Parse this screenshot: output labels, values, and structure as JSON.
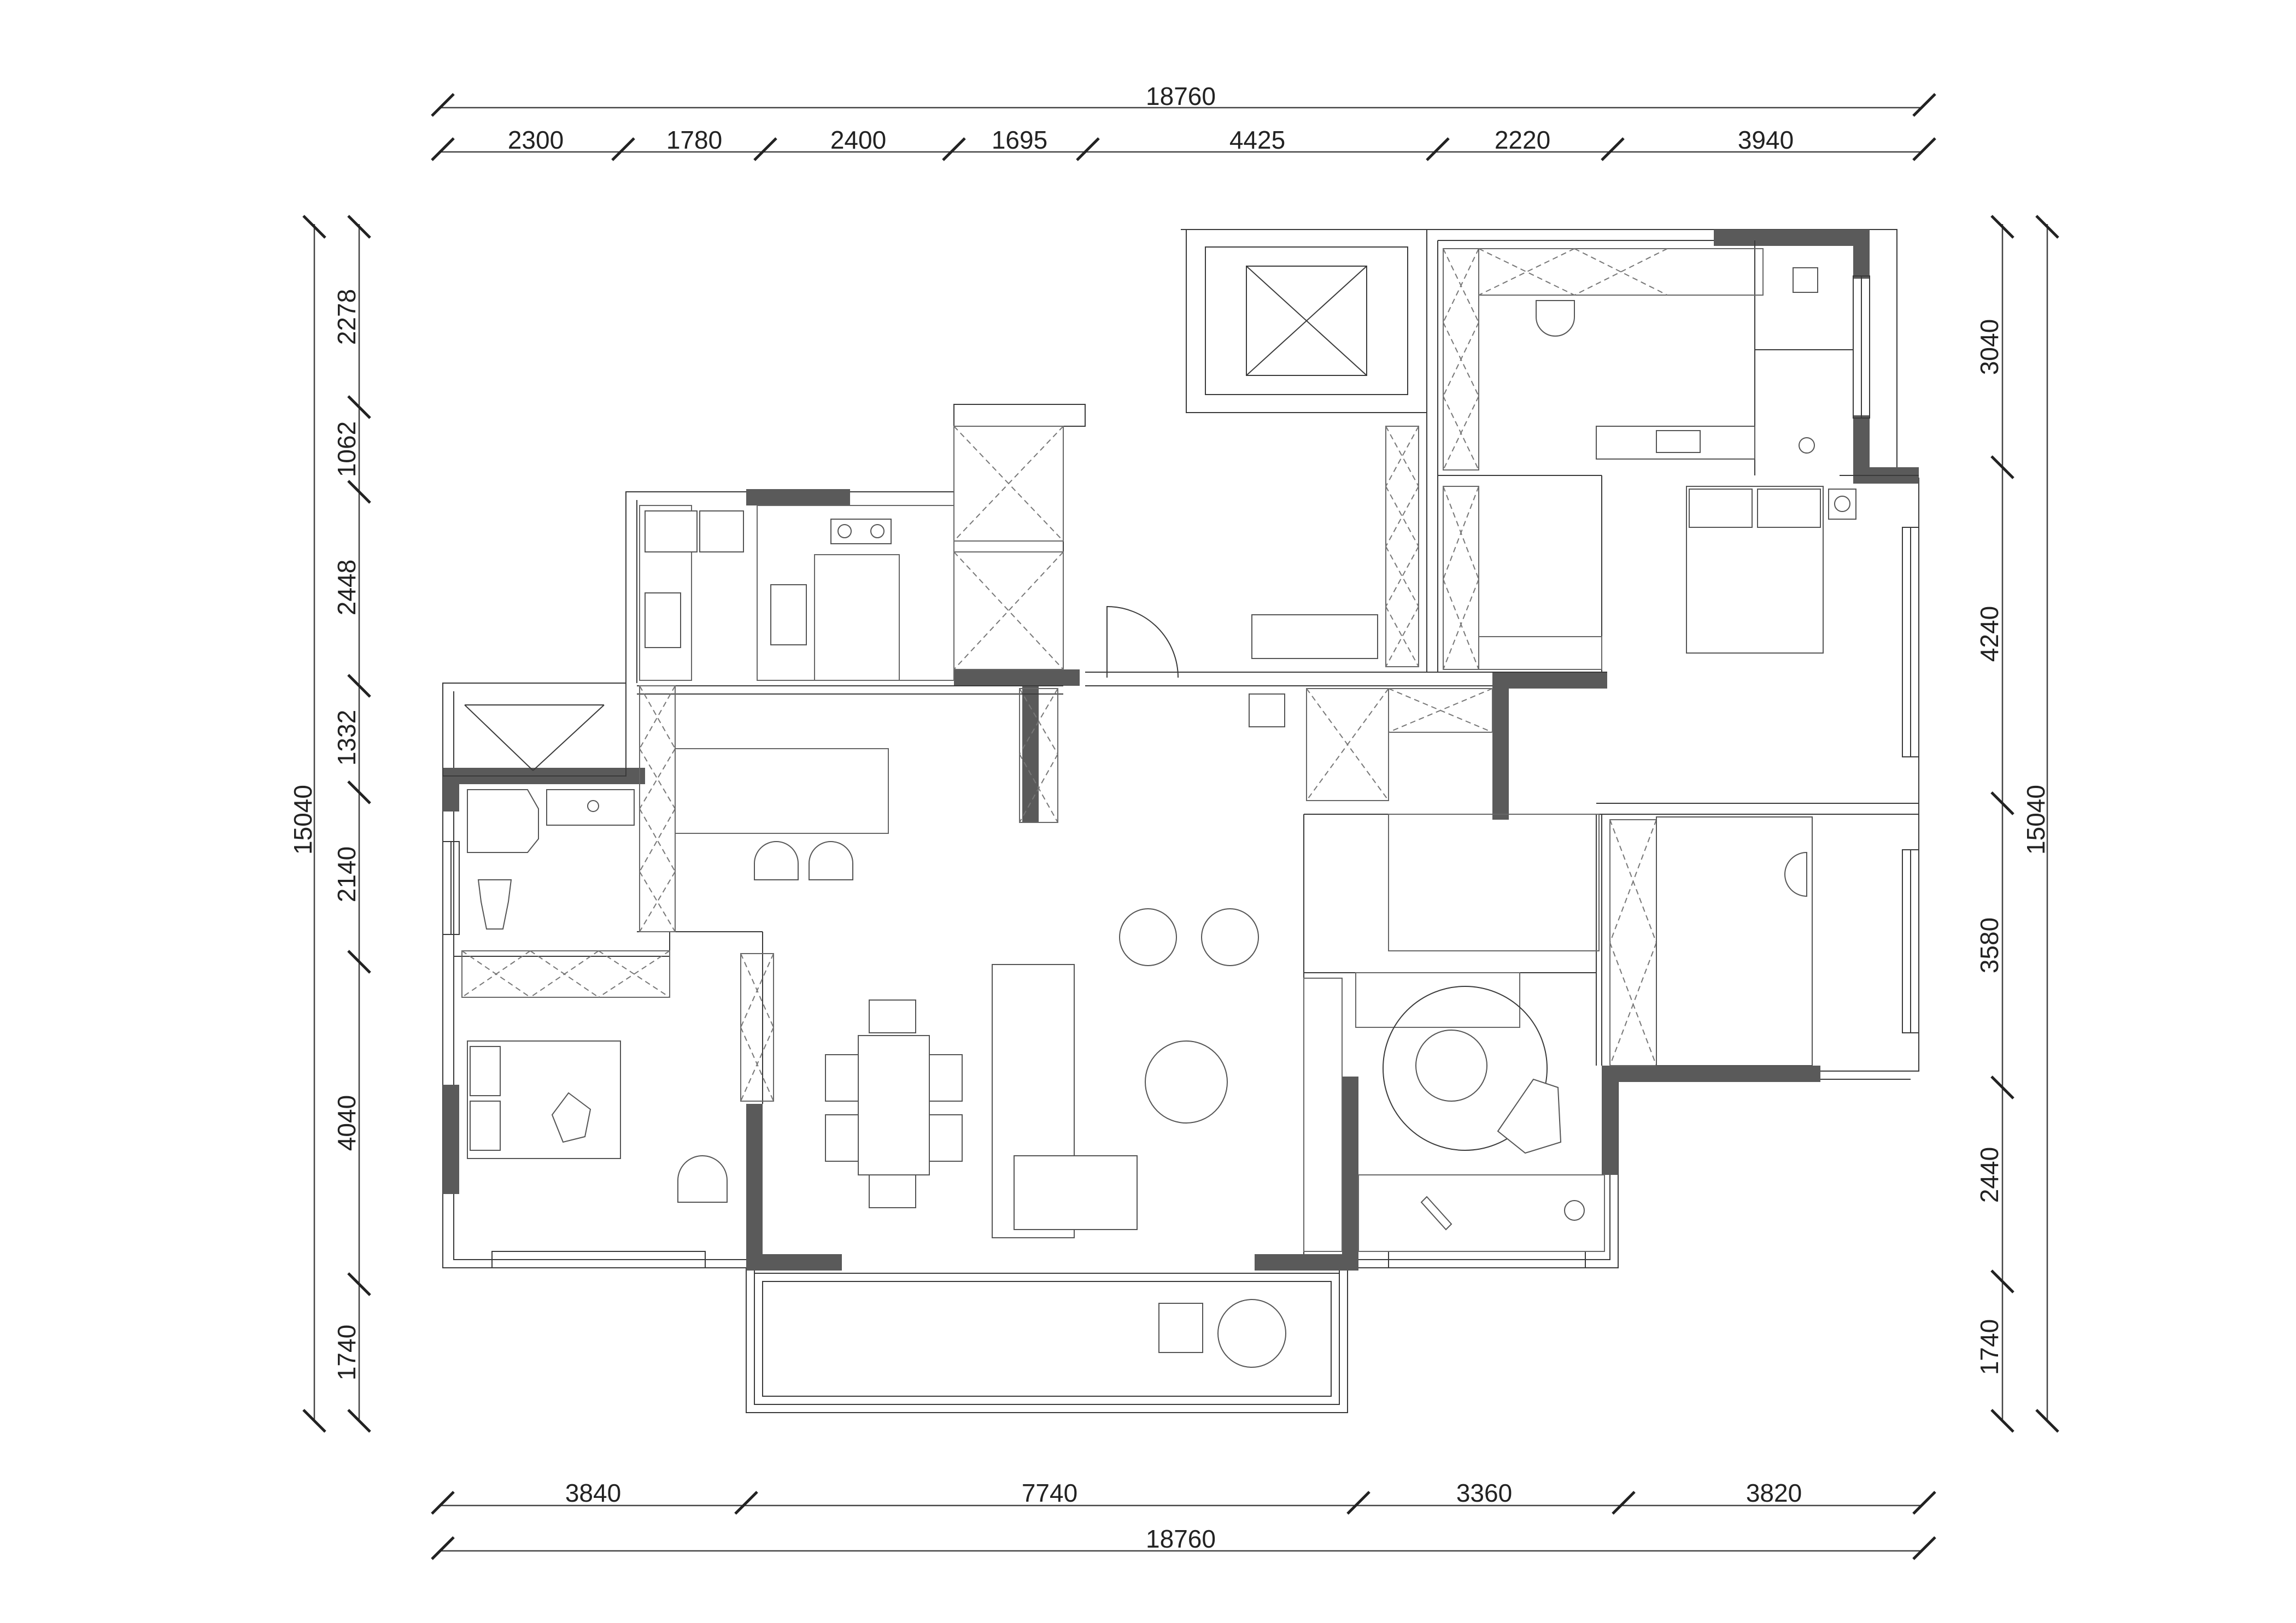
{
  "dimensions": {
    "top_total": "18760",
    "top_segments": [
      "2300",
      "1780",
      "2400",
      "1695",
      "4425",
      "2220",
      "3940"
    ],
    "bottom_segments": [
      "3840",
      "7740",
      "3360",
      "3820"
    ],
    "bottom_total": "18760",
    "left_segments": [
      "2278",
      "1062",
      "2448",
      "1332",
      "2140",
      "4040",
      "1740"
    ],
    "left_total": "15040",
    "right_segments": [
      "3040",
      "4240",
      "3580",
      "2440",
      "1740"
    ],
    "right_total": "15040"
  },
  "colors": {
    "wall_fill": "#5a5a5a",
    "line": "#3a3a3a",
    "background": "#ffffff"
  }
}
